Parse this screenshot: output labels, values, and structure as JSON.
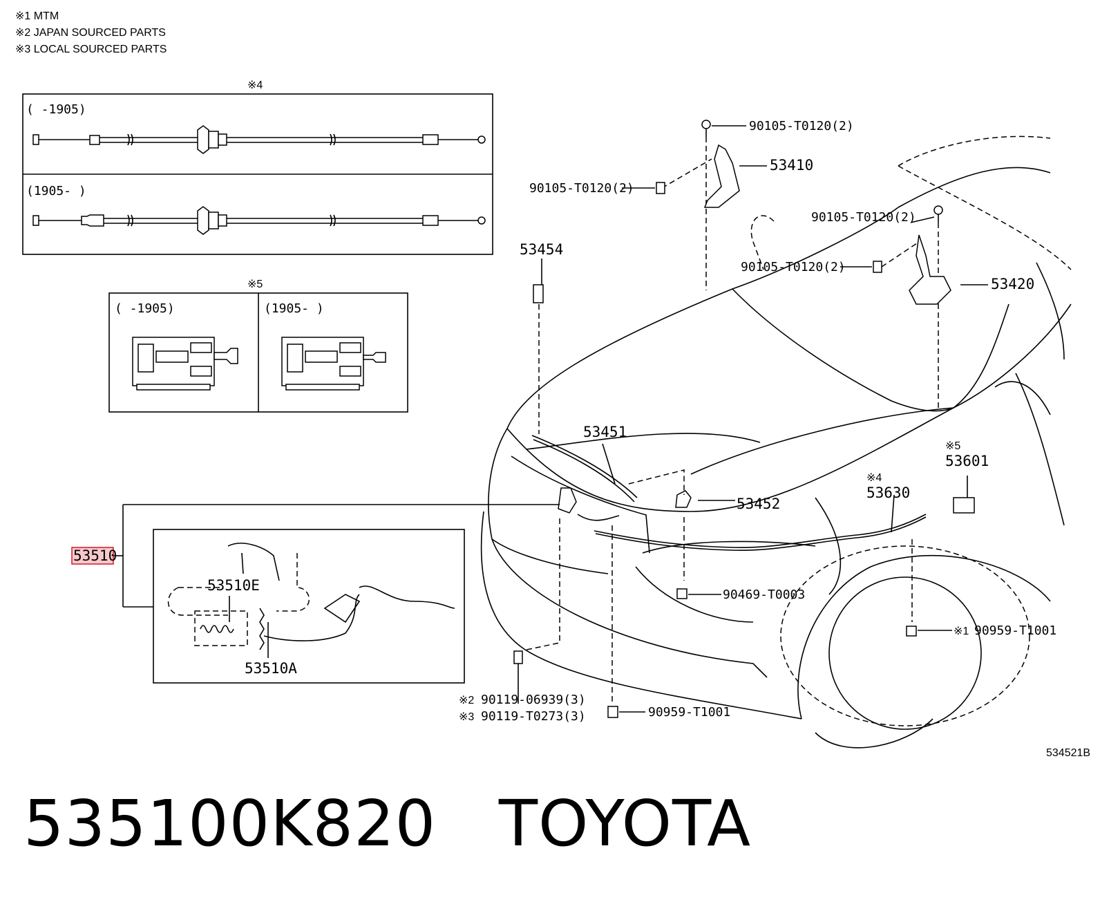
{
  "notes": [
    "※1 MTM",
    "※2 JAPAN SOURCED PARTS",
    "※3 LOCAL SOURCED PARTS"
  ],
  "inset_cable": {
    "marker": "※4",
    "row1_range": "(      -1905)",
    "row2_range": "(1905-      )"
  },
  "inset_latch": {
    "marker": "※5",
    "left_range": "(      -1905)",
    "right_range": "(1905-      )"
  },
  "labels": {
    "p90105_a": "90105-T0120(2)",
    "p53410": "53410",
    "p90105_b": "90105-T0120(2)",
    "p90105_c": "90105-T0120(2)",
    "p90105_d": "90105-T0120(2)",
    "p53420": "53420",
    "p53454": "53454",
    "p53451": "53451",
    "p53452": "53452",
    "p53630_marker": "※4",
    "p53630": "53630",
    "p53601_marker": "※5",
    "p53601": "53601",
    "p53510": "53510",
    "p53510E": "53510E",
    "p53510A": "53510A",
    "p90469": "90469-T0003",
    "p90959_right": "90959-T1001",
    "p90959_right_marker": "※1",
    "p90119_a": "90119-06939(3)",
    "p90119_a_marker": "※2",
    "p90119_b": "90119-T0273(3)",
    "p90119_b_marker": "※3",
    "p90959_bottom": "90959-T1001"
  },
  "ref_code": "534521B",
  "footer": {
    "text": "535100K820   TOYOTA"
  },
  "colors": {
    "highlight_fill": "#f7c9cc",
    "highlight_stroke": "#d11a2a",
    "line": "#000000"
  }
}
